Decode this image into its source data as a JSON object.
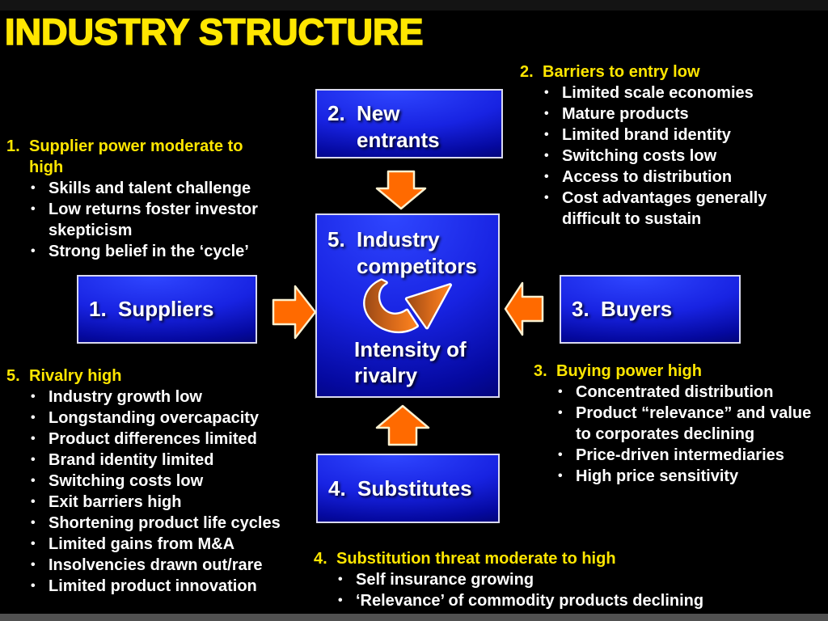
{
  "title": "INDUSTRY STRUCTURE",
  "bullet": "•",
  "colors": {
    "background": "#000000",
    "heading_yellow": "#ffe600",
    "body_text": "#ffffff",
    "box_blue_bright": "#2f46ff",
    "box_blue_dark": "#00004e",
    "box_border": "#d9d9ef",
    "arrow_orange": "#ff6a00",
    "arrow_outline": "#fbf0cf"
  },
  "boxes": {
    "new_entrants": {
      "number": "2.",
      "label": "New entrants"
    },
    "industry_competitors": {
      "number": "5.",
      "label": "Industry competitors",
      "sub_label": "Intensity of rivalry"
    },
    "suppliers": {
      "number": "1.",
      "label": "Suppliers"
    },
    "buyers": {
      "number": "3.",
      "label": "Buyers"
    },
    "substitutes": {
      "number": "4.",
      "label": "Substitutes"
    }
  },
  "notes": {
    "supplier_power": {
      "number": "1.",
      "heading": "Supplier power moderate to high",
      "items": [
        "Skills and talent challenge",
        "Low returns foster investor skepticism",
        "Strong belief in the ‘cycle’"
      ]
    },
    "barriers": {
      "number": "2.",
      "heading": "Barriers to entry low",
      "items": [
        "Limited scale economies",
        "Mature products",
        "Limited brand identity",
        "Switching costs low",
        "Access to distribution",
        "Cost advantages generally difficult to sustain"
      ]
    },
    "buying_power": {
      "number": "3.",
      "heading": "Buying power high",
      "items": [
        "Concentrated distribution",
        "Product “relevance” and value to corporates declining",
        "Price-driven intermediaries",
        "High price sensitivity"
      ]
    },
    "rivalry": {
      "number": "5.",
      "heading": "Rivalry high",
      "items": [
        "Industry growth low",
        "Longstanding overcapacity",
        "Product differences limited",
        "Brand identity limited",
        "Switching costs low",
        "Exit barriers high",
        "Shortening product life cycles",
        "Limited gains from M&A",
        "Insolvencies drawn out/rare",
        "Limited product innovation"
      ]
    },
    "substitution": {
      "number": "4.",
      "heading": "Substitution threat moderate to high",
      "items": [
        "Self insurance growing",
        "‘Relevance’ of commodity products declining"
      ]
    }
  }
}
